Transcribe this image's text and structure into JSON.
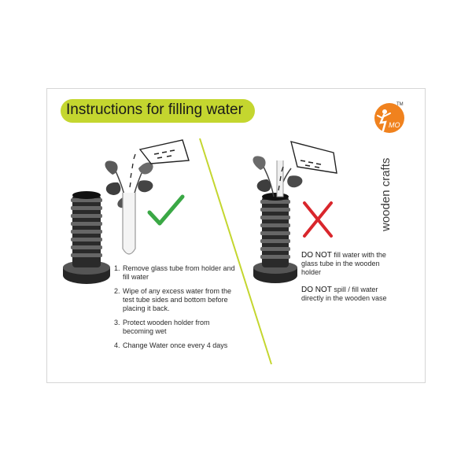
{
  "title": "Instructions for filling water",
  "brand": {
    "name": "wooden crafts",
    "logo_letters": "MO",
    "trademark": "TM",
    "accent": "#f0821e",
    "logo_icon": "dancing-figure-logo-icon"
  },
  "colors": {
    "title_pill": "#c4d62f",
    "divider": "#c4d62f",
    "check": "#3aa845",
    "cross": "#d9262c"
  },
  "instructions": [
    {
      "num": "1.",
      "text": "Remove glass tube from holder and fill water"
    },
    {
      "num": "2.",
      "text": "Wipe of any excess water from the test tube sides and bottom before placing it back."
    },
    {
      "num": "3.",
      "text": "Protect wooden holder from becoming wet"
    },
    {
      "num": "4.",
      "text": "Change Water once every 4 days"
    }
  ],
  "warnings": [
    {
      "lead": "DO NOT",
      "text": " fill water with the glass tube in the wooden holder"
    },
    {
      "lead": "DO NOT",
      "text": " spill / fill water directly in the wooden vase"
    }
  ],
  "icons": {
    "correct": "check-mark-icon",
    "wrong": "cross-mark-icon",
    "vase": "wooden-vase-icon",
    "tube": "glass-test-tube-icon",
    "jug": "water-jug-icon",
    "plant": "plant-leaves-icon"
  }
}
